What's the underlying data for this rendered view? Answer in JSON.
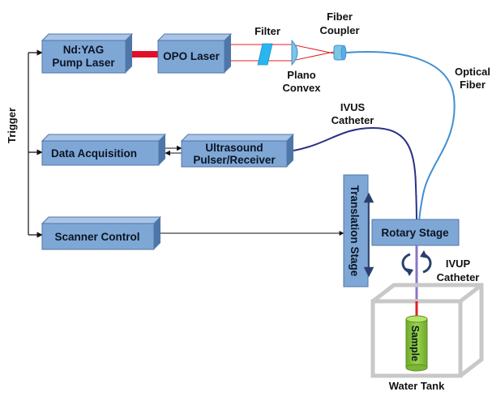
{
  "diagram": {
    "components": {
      "pump_laser": [
        "Nd:YAG",
        "Pump Laser"
      ],
      "opo_laser": "OPO Laser",
      "data_acquisition": "Data Acquisition",
      "ultrasound": [
        "Ultrasound",
        "Pulser/Receiver"
      ],
      "scanner_control": "Scanner Control",
      "rotary_stage": "Rotary Stage",
      "translation_stage": "Translation Stage",
      "sample": "Sample"
    },
    "labels": {
      "trigger": "Trigger",
      "filter": "Filter",
      "fiber_coupler": [
        "Fiber",
        "Coupler"
      ],
      "plano_convex": [
        "Plano",
        "Convex"
      ],
      "optical_fiber": [
        "Optical",
        "Fiber"
      ],
      "ivus_catheter": [
        "IVUS",
        "Catheter"
      ],
      "ivup_catheter": [
        "IVUP",
        "Catheter"
      ],
      "water_tank": "Water Tank"
    },
    "colors": {
      "box_front": "#7fa7d6",
      "box_side": "#4f76a8",
      "box_top": "#a9c4e6",
      "laser_beam": "#e02020",
      "laser_link": "#e0102a",
      "filter": "#29b6f0",
      "lens": "#7cc6e6",
      "optical_fiber": "#3f8fd2",
      "ivus_catheter": "#2b2f86",
      "sample": "#8bc83a",
      "tank": "#c8c8c8"
    }
  }
}
